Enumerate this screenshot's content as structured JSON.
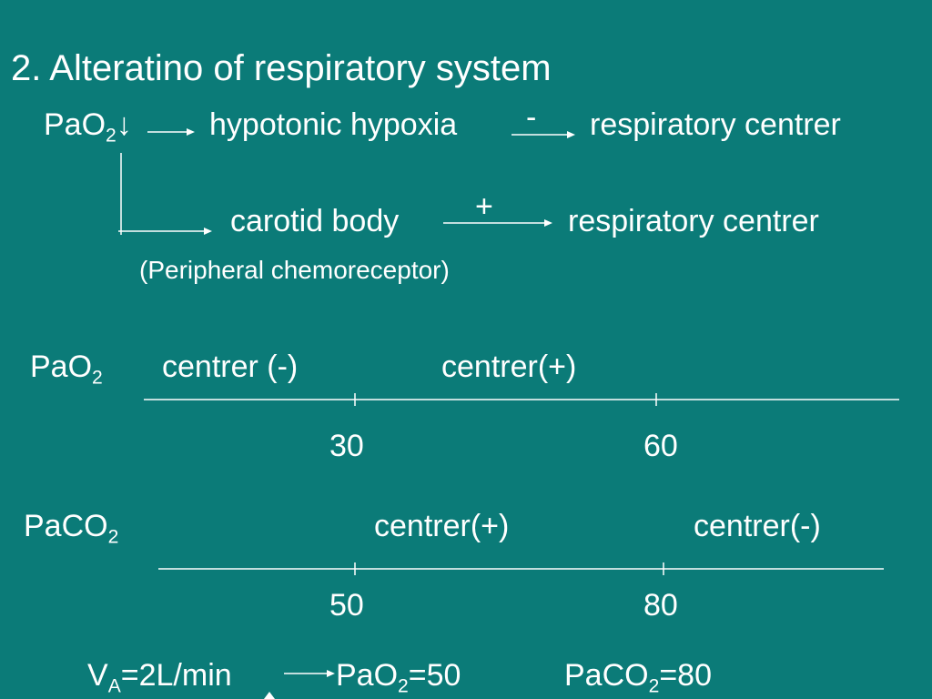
{
  "title": "2. Alteratino of respiratory system",
  "row1": {
    "pao2": "PaO",
    "sub2": "2",
    "down_arrow": "↓",
    "hypoxia": "hypotonic hypoxia",
    "minus": "-",
    "centre": "respiratory centrer"
  },
  "row2": {
    "carotid": "carotid body",
    "plus": "+",
    "centre": "respiratory centrer",
    "peripheral": "(Peripheral chemoreceptor)"
  },
  "pao2_scale": {
    "label": "PaO",
    "sub": "2",
    "left_label": "centrer (-)",
    "right_label": "centrer(+)",
    "ticks": [
      "30",
      "60"
    ]
  },
  "paco2_scale": {
    "label": "PaCO",
    "sub": "2",
    "left_label": "centrer(+)",
    "right_label": "centrer(-)",
    "ticks": [
      "50",
      "80"
    ]
  },
  "bottom": {
    "va": "V",
    "va_sub": "A",
    "va_value": "=2L/min",
    "pao2": "PaO",
    "pao2_sub": "2",
    "pao2_value": "=50",
    "paco2": "PaCO",
    "paco2_sub": "2",
    "paco2_value": "=80"
  }
}
